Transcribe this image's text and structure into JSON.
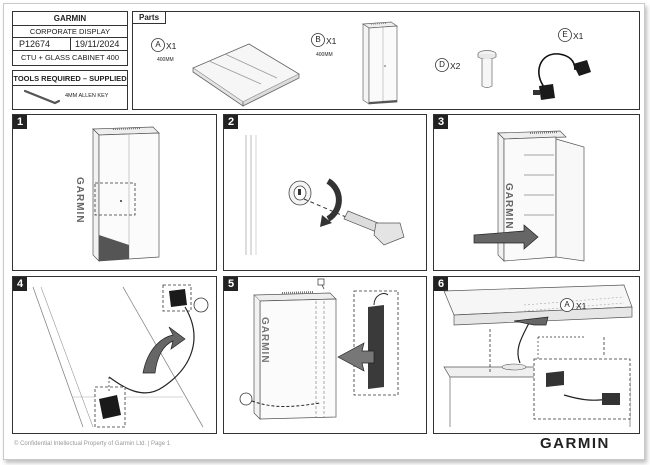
{
  "header": {
    "brand": "GARMIN",
    "project_name": "CORPORATE DISPLAY",
    "project_code": "P12674",
    "date": "19/11/2024",
    "product": "CTU + GLASS CABINET 400"
  },
  "tools": {
    "title": "TOOLS REQUIRED – SUPPLIED",
    "item_label": "4MM ALLEN KEY",
    "item_icon": "allen-key-icon"
  },
  "parts": {
    "title": "Parts",
    "items": [
      {
        "letter": "A",
        "qty": "X1",
        "size": "400MM",
        "icon": "plinth-panel-icon"
      },
      {
        "letter": "B",
        "qty": "X1",
        "size": "400MM",
        "icon": "glass-cabinet-icon"
      },
      {
        "letter": "D",
        "qty": "X2",
        "size": "",
        "icon": "screw-bolt-icon"
      },
      {
        "letter": "E",
        "qty": "X1",
        "size": "",
        "icon": "power-cable-icon"
      }
    ]
  },
  "steps": [
    {
      "number": "1",
      "cabinet_text": "GARMIN"
    },
    {
      "number": "2"
    },
    {
      "number": "3",
      "cabinet_text": "GARMIN"
    },
    {
      "number": "4"
    },
    {
      "number": "5",
      "cabinet_text": "GARMIN"
    },
    {
      "number": "6",
      "callout_letter": "A",
      "callout_qty": "X1"
    }
  ],
  "footer": {
    "confidential": "© Confidential Intellectual Property of Garmin Ltd. | Page 1",
    "logo_text": "GARMIN"
  }
}
